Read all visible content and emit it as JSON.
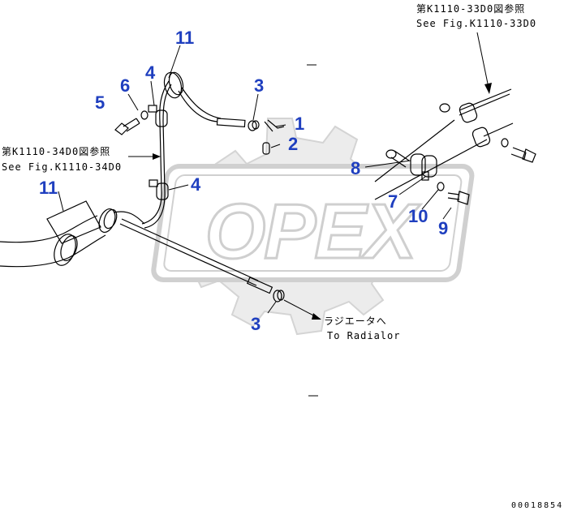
{
  "labels": {
    "p1": "1",
    "p2": "2",
    "p3a": "3",
    "p3b": "3",
    "p4a": "4",
    "p4b": "4",
    "p5": "5",
    "p6": "6",
    "p7": "7",
    "p8": "8",
    "p9": "9",
    "p10": "10",
    "p11a": "11",
    "p11b": "11"
  },
  "references": {
    "top_right_jp": "第K1110-33D0図参照",
    "top_right_en": "See Fig.K1110-33D0",
    "left_jp": "第K1110-34D0図参照",
    "left_en": "See Fig.K1110-34D0",
    "radiator_jp": "ラジエータへ",
    "radiator_en": "To Radialor"
  },
  "watermark": "OPEX",
  "figure_number": "00018854",
  "colors": {
    "label": "#1f3fbf",
    "line": "#000000",
    "watermark": "#d8d8d8"
  }
}
